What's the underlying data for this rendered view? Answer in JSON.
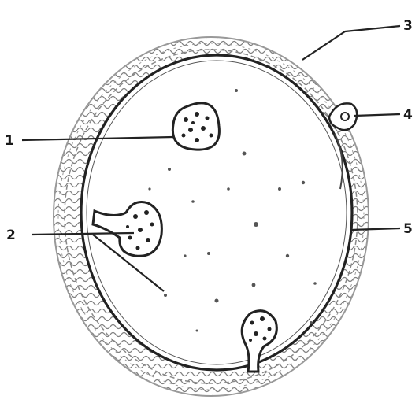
{
  "diagram": {
    "labels": [
      {
        "id": "label-1",
        "text": "1"
      },
      {
        "id": "label-2",
        "text": "2"
      },
      {
        "id": "label-3",
        "text": "3"
      },
      {
        "id": "label-4",
        "text": "4"
      },
      {
        "id": "label-5",
        "text": "5"
      }
    ]
  }
}
